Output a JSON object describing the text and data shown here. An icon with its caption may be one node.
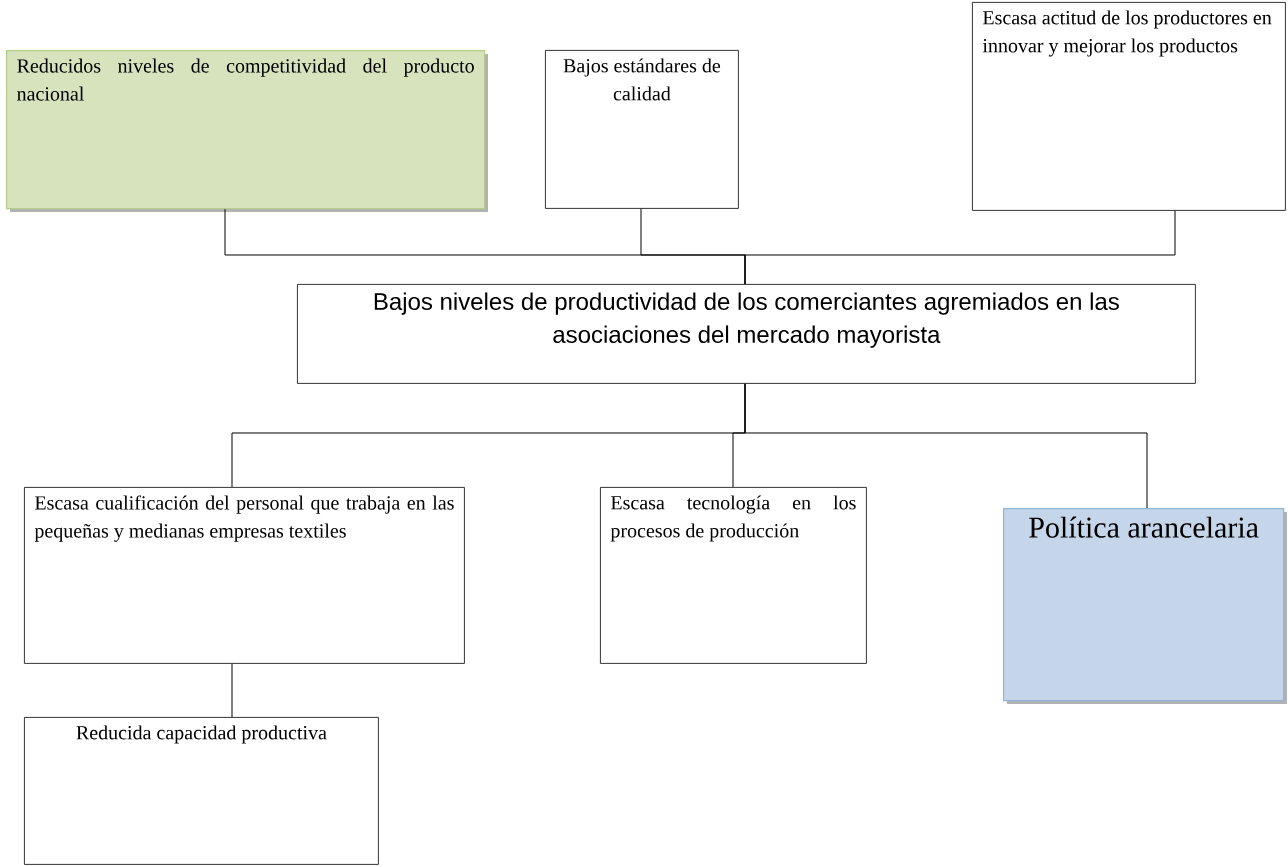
{
  "diagram": {
    "nodes": [
      {
        "text": [
          "Reducidos niveles de competitividad del producto nacional"
        ]
      },
      {
        "text": [
          "Bajos estándares de calidad"
        ]
      },
      {
        "text": [
          "Escasa actitud de los productores en innovar y mejorar los productos"
        ]
      },
      {
        "text": [
          "Bajos niveles de productividad de los comerciantes agremiados en las asociaciones del mercado mayorista"
        ]
      },
      {
        "text": [
          "Escasa cualificación del personal que trabaja en las pequeñas y medianas empresas textiles"
        ]
      },
      {
        "text": [
          "Escasa tecnología en los procesos de producción"
        ]
      },
      {
        "text": [
          "Política arancelaria"
        ]
      },
      {
        "text": [
          "Reducida capacidad productiva"
        ]
      }
    ],
    "edges": [
      {
        "from": 0,
        "to": 3,
        "arrow": "none"
      },
      {
        "from": 1,
        "to": 3,
        "arrow": "none"
      },
      {
        "from": 2,
        "to": 3,
        "arrow": "none"
      },
      {
        "from": 3,
        "to": 4,
        "arrow": "none"
      },
      {
        "from": 3,
        "to": 5,
        "arrow": "none"
      },
      {
        "from": 3,
        "to": 6,
        "arrow": "none"
      },
      {
        "from": 4,
        "to": 7,
        "arrow": "none"
      }
    ]
  }
}
